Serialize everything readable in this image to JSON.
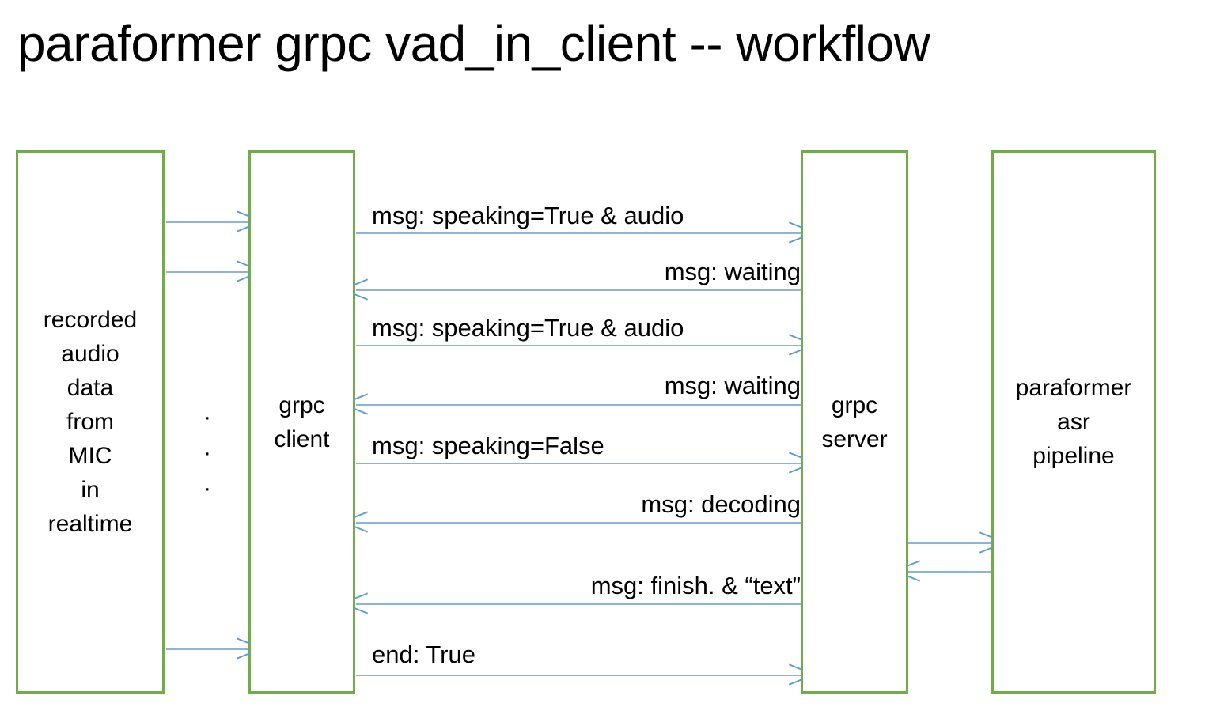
{
  "title": "paraformer grpc vad_in_client -- workflow",
  "colors": {
    "box_border": "#70AD47",
    "arrow": "#8CB3DE",
    "arrow_head": "#5B9BD5",
    "text": "#000000",
    "background": "#ffffff"
  },
  "lifelines": [
    {
      "id": "mic",
      "label": "recorded\naudio\ndata\nfrom\nMIC\nin\nrealtime"
    },
    {
      "id": "grpc-client",
      "label": "grpc\nclient"
    },
    {
      "id": "grpc-server",
      "label": "grpc\nserver"
    },
    {
      "id": "paraformer-pipeline",
      "label": "paraformer\nasr\npipeline"
    }
  ],
  "ellipsis": [
    "·",
    "·",
    "·"
  ],
  "messages": [
    {
      "id": "mic-to-client-1",
      "label": "",
      "direction": "right",
      "from": "mic",
      "to": "grpc-client"
    },
    {
      "id": "mic-to-client-2",
      "label": "",
      "direction": "right",
      "from": "mic",
      "to": "grpc-client"
    },
    {
      "id": "mic-to-client-3",
      "label": "",
      "direction": "right",
      "from": "mic",
      "to": "grpc-client"
    },
    {
      "id": "speaking-true-audio-1",
      "label": "msg: speaking=True & audio",
      "direction": "right",
      "align": "left",
      "from": "grpc-client",
      "to": "grpc-server"
    },
    {
      "id": "waiting-1",
      "label": "msg: waiting",
      "direction": "left",
      "align": "right",
      "from": "grpc-server",
      "to": "grpc-client"
    },
    {
      "id": "speaking-true-audio-2",
      "label": "msg: speaking=True & audio",
      "direction": "right",
      "align": "left",
      "from": "grpc-client",
      "to": "grpc-server"
    },
    {
      "id": "waiting-2",
      "label": "msg: waiting",
      "direction": "left",
      "align": "right",
      "from": "grpc-server",
      "to": "grpc-client"
    },
    {
      "id": "speaking-false",
      "label": "msg: speaking=False",
      "direction": "right",
      "align": "left",
      "from": "grpc-client",
      "to": "grpc-server"
    },
    {
      "id": "decoding",
      "label": "msg: decoding",
      "direction": "left",
      "align": "right",
      "from": "grpc-server",
      "to": "grpc-client"
    },
    {
      "id": "finish-text",
      "label": "msg: finish. &  “text”",
      "direction": "left",
      "align": "right",
      "from": "grpc-server",
      "to": "grpc-client"
    },
    {
      "id": "end-true",
      "label": "end: True",
      "direction": "right",
      "align": "left",
      "from": "grpc-client",
      "to": "grpc-server"
    },
    {
      "id": "server-to-pipeline",
      "label": "",
      "direction": "right",
      "from": "grpc-server",
      "to": "paraformer-pipeline"
    },
    {
      "id": "pipeline-to-server",
      "label": "",
      "direction": "left",
      "from": "paraformer-pipeline",
      "to": "grpc-server"
    }
  ]
}
